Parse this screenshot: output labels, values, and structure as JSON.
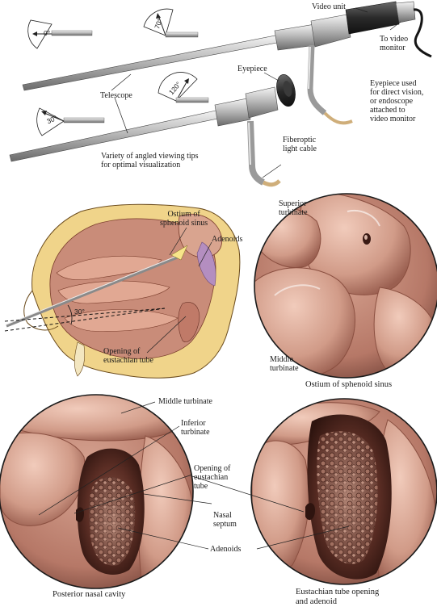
{
  "instruments": {
    "video_unit": "Video unit",
    "to_video_monitor": [
      "To video",
      "monitor"
    ],
    "eyepiece": "Eyepiece",
    "eyepiece_note": [
      "Eyepiece used",
      "for direct vision,",
      "or endoscope",
      "attached to",
      "video monitor"
    ],
    "telescope": "Telescope",
    "fiberoptic_cable": [
      "Fiberoptic",
      "light cable"
    ],
    "angled_tips_note": [
      "Variety of angled viewing tips",
      "for optimal visualization"
    ],
    "angles": [
      "0°",
      "70°",
      "30°",
      "120°"
    ]
  },
  "sagittal": {
    "ostium": [
      "Ostium of",
      "sphenoid sinus"
    ],
    "adenoids": "Adenoids",
    "scope_angle": "30°",
    "eustachian_opening": [
      "Opening of",
      "eustachian tube"
    ]
  },
  "view_sphenoid": {
    "superior_turbinate": [
      "Superior",
      "turbinate"
    ],
    "middle_turbinate": [
      "Middle",
      "turbinate"
    ],
    "caption": "Ostium of sphenoid sinus"
  },
  "view_posterior": {
    "middle_turbinate": "Middle turbinate",
    "inferior_turbinate": [
      "Inferior",
      "turbinate"
    ],
    "eustachian_opening": [
      "Opening of",
      "eustachian",
      "tube"
    ],
    "nasal_septum": [
      "Nasal",
      "septum"
    ],
    "adenoids": "Adenoids",
    "caption": "Posterior nasal cavity"
  },
  "view_eustachian": {
    "caption": [
      "Eustachian tube opening",
      "and adenoid"
    ]
  }
}
